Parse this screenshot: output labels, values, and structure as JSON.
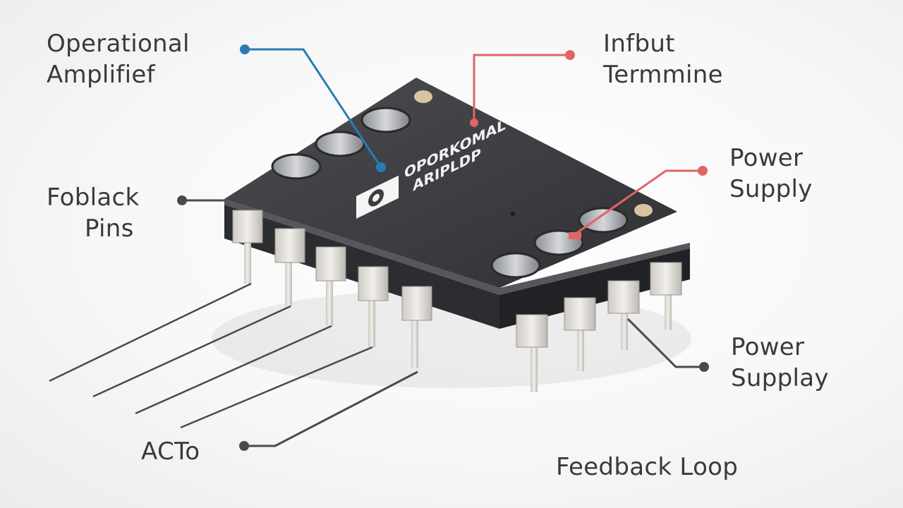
{
  "labels": {
    "operational_amplifier": {
      "line1": "Operational",
      "line2": "Amplifief"
    },
    "input_terminal": {
      "line1": "Infbut",
      "line2": "Termmine"
    },
    "power_supply_top": {
      "line1": "Power",
      "line2": "Supply"
    },
    "foblack_pins": {
      "line1": "Foblack",
      "line2": "Pins"
    },
    "power_supply_bottom": {
      "line1": "Power",
      "line2": "Supplay"
    },
    "acto": "ACTo",
    "feedback_loop": "Feedback Loop"
  },
  "chip_marking": {
    "line1": "OPORKOMAL",
    "line2": "ARIPLDP"
  },
  "colors": {
    "leader_blue": "#2a7bb5",
    "leader_red": "#e06565",
    "leader_dark": "#4a4a4a",
    "chip_body": "#3b3d40",
    "pin_metal": "#e4e1dc"
  }
}
